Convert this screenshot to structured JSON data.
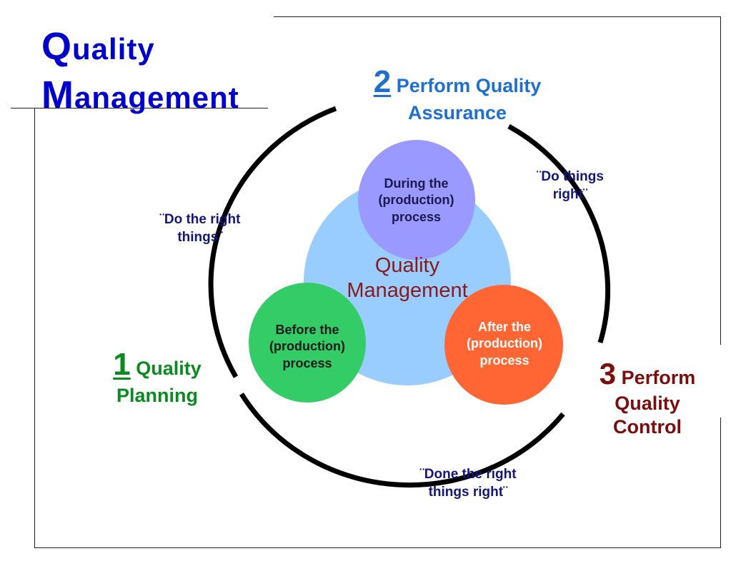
{
  "title": {
    "line1_first": "Q",
    "line1_rest": "uality",
    "line2_first": "M",
    "line2_rest": "anagement"
  },
  "center": {
    "line1": "Quality",
    "line2": "Management"
  },
  "circles": {
    "during": {
      "line1": "During the",
      "line2": "(production)",
      "line3": "process",
      "color": "#9999ff"
    },
    "before": {
      "line1": "Before the",
      "line2": "(production)",
      "line3": "process",
      "color": "#33cc66"
    },
    "after": {
      "line1": "After the",
      "line2": "(production)",
      "line3": "process",
      "color": "#ff6633"
    },
    "core_color": "#99ccff"
  },
  "phases": {
    "p1": {
      "number": "1",
      "line1": "Quality",
      "line2": "Planning",
      "color": "#0b8a1f"
    },
    "p2": {
      "number": "2",
      "line1": "Perform Quality",
      "line2": "Assurance",
      "color": "#1f6fd0"
    },
    "p3": {
      "number": "3",
      "line1": "Perform",
      "line2": "Quality",
      "line3": "Control",
      "color": "#7a0d0d"
    }
  },
  "quotes": {
    "do_right_things": {
      "line1": "¨Do the right",
      "line2": "things¨"
    },
    "do_things_right": {
      "line1": "¨Do things",
      "line2": "right¨"
    },
    "done_right": {
      "line1": "¨Done the right",
      "line2": "things right¨"
    }
  }
}
